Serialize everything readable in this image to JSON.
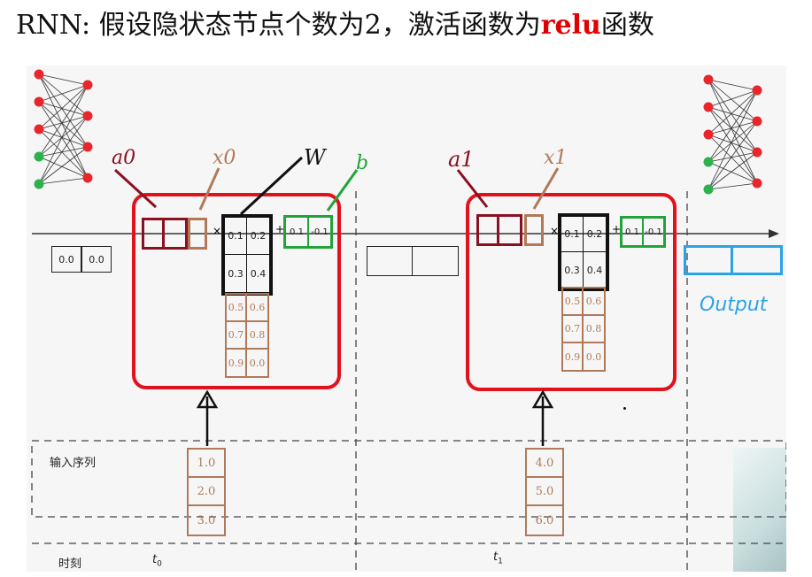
{
  "title": {
    "prefix": "RNN: 假设隐状态节点个数为2，激活函数为",
    "highlight": "relu",
    "suffix": "函数"
  },
  "initial_state": [
    "0.0",
    "0.0"
  ],
  "cells": [
    {
      "a_label": "a0",
      "x_label": "x0",
      "w_label": "W",
      "b_label": "b",
      "mul": "×",
      "plus": "+",
      "w_matrix": [
        [
          "0.1",
          "0.2"
        ],
        [
          "0.3",
          "0.4"
        ]
      ],
      "u_matrix": [
        [
          "0.5",
          "0.6"
        ],
        [
          "0.7",
          "0.8"
        ],
        [
          "0.9",
          "0.0"
        ]
      ],
      "bias": [
        "0.1",
        "-0.1"
      ]
    },
    {
      "a_label": "a1",
      "x_label": "x1",
      "mul": "×",
      "plus": "+",
      "w_matrix": [
        [
          "0.1",
          "0.2"
        ],
        [
          "0.3",
          "0.4"
        ]
      ],
      "u_matrix": [
        [
          "0.5",
          "0.6"
        ],
        [
          "0.7",
          "0.8"
        ],
        [
          "0.9",
          "0.0"
        ]
      ],
      "bias": [
        "0.1",
        "-0.1"
      ]
    }
  ],
  "inputs": [
    {
      "values": [
        "1.0",
        "2.0",
        "3.0"
      ]
    },
    {
      "values": [
        "4.0",
        "5.0",
        "6.0"
      ]
    }
  ],
  "output_label": "Output",
  "row_labels": {
    "input_sequence": "输入序列",
    "time": "时刻"
  },
  "time_steps": {
    "t0": "t",
    "t0_sub": "0",
    "t1": "t",
    "t1_sub": "1"
  },
  "colors": {
    "red_frame": "#e2121c",
    "dark_red": "#8b1020",
    "brown": "#b07a5a",
    "black": "#111111",
    "green": "#22a33a",
    "blue": "#2aa3e6",
    "node_red": "#e8262c",
    "node_green": "#2bb24b"
  }
}
